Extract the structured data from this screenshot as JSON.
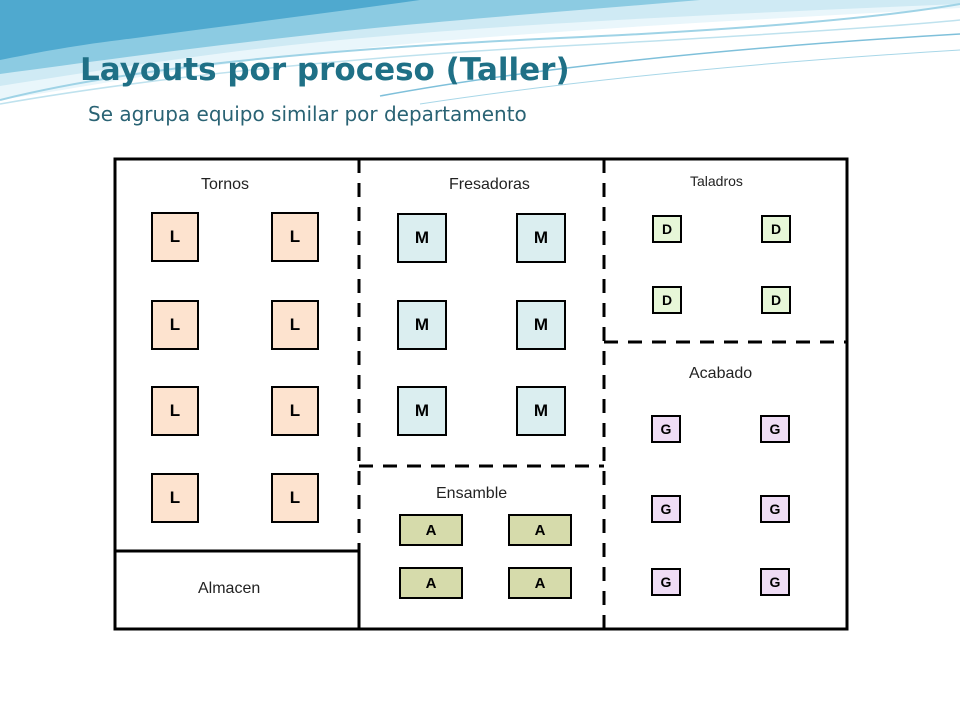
{
  "slide": {
    "title": "Layouts por proceso (Taller)",
    "subtitle": "Se agrupa equipo similar por departamento"
  },
  "departments": {
    "tornos": {
      "label": "Tornos",
      "machine": "L"
    },
    "fresadoras": {
      "label": "Fresadoras",
      "machine": "M"
    },
    "taladros": {
      "label": "Taladros",
      "machine": "D"
    },
    "acabado": {
      "label": "Acabado",
      "machine": "G"
    },
    "ensamble": {
      "label": "Ensamble",
      "machine": "A"
    },
    "almacen": {
      "label": "Almacen"
    }
  },
  "colors": {
    "title": "#1f7086",
    "lathe": "#fde3cf",
    "mill": "#dbeef0",
    "drill": "#e7f7d8",
    "grind": "#efdcf5",
    "assembly": "#d6dbab"
  }
}
